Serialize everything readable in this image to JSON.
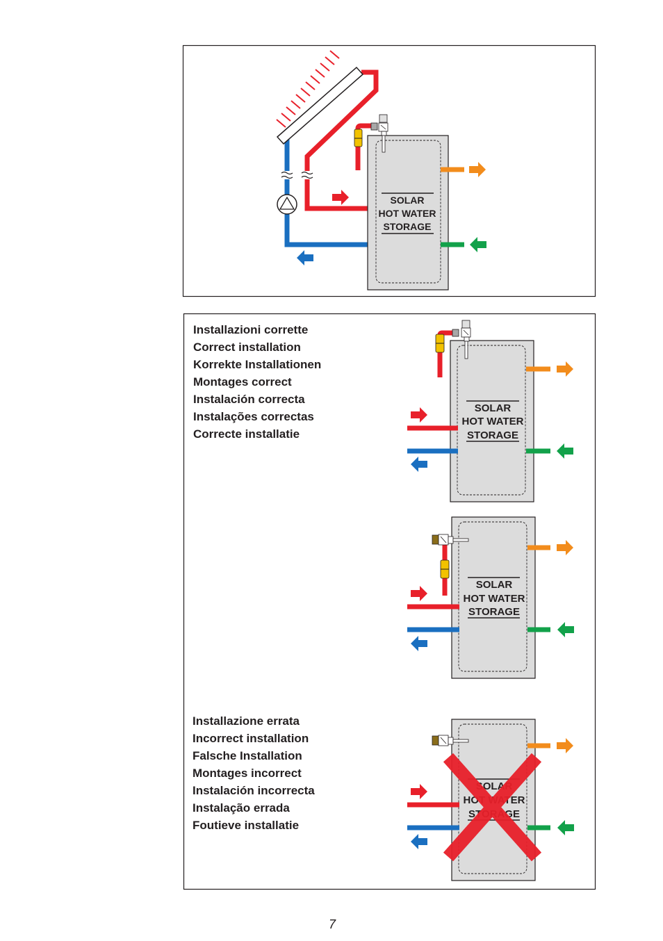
{
  "tank_label": [
    "SOLAR",
    "HOT WATER",
    "STORAGE"
  ],
  "correct_captions": [
    "Installazioni corrette",
    "Correct installation",
    "Korrekte Installationen",
    "Montages correct",
    "Instalación correcta",
    "Instalações correctas",
    "Correcte installatie"
  ],
  "incorrect_captions": [
    "Installazione errata",
    "Incorrect installation",
    "Falsche Installation",
    "Montages incorrect",
    "Instalación incorrecta",
    "Instalação errada",
    "Foutieve installatie"
  ],
  "page_number": "7",
  "colors": {
    "solar_flow": "#e8202a",
    "solar_return": "#1a6fc0",
    "hot_water_out": "#f28c1c",
    "cold_water_in": "#12a14a",
    "valve_body": "#f2c200",
    "tank_fill": "#dcdcdc",
    "cross": "#e8202a"
  }
}
